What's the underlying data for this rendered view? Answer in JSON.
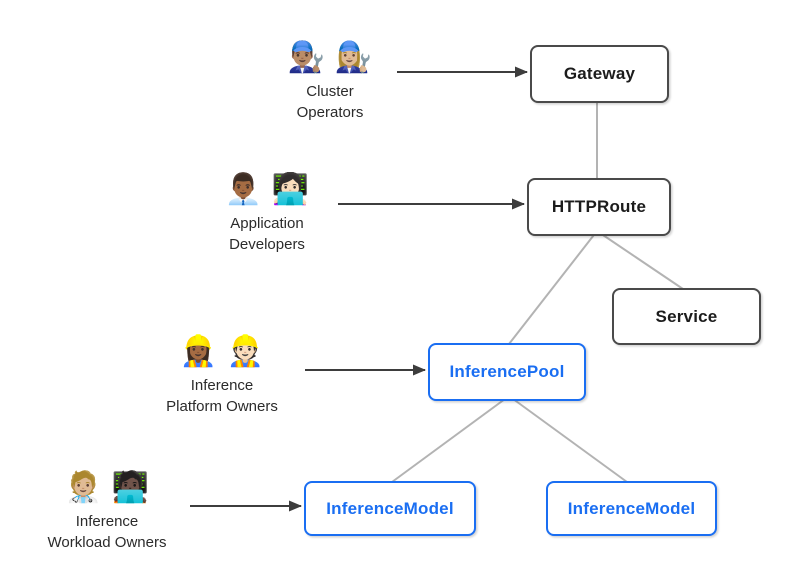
{
  "diagram": {
    "background": "#ffffff",
    "actors": [
      {
        "id": "cluster-operators",
        "emoji": "👨🏽‍🔧 👩🏼‍🔧",
        "label_line1": "Cluster",
        "label_line2": "Operators",
        "arrow_to": "Gateway"
      },
      {
        "id": "application-developers",
        "emoji": "👨🏾‍💼 👩🏻‍💻",
        "label_line1": "Application",
        "label_line2": "Developers",
        "arrow_to": "HTTPRoute"
      },
      {
        "id": "inference-platform-owners",
        "emoji": "👷🏾‍♀️ 👷🏻",
        "label_line1": "Inference",
        "label_line2": "Platform Owners",
        "arrow_to": "InferencePool"
      },
      {
        "id": "inference-workload-owners",
        "emoji": "🧑🏼‍⚕️ 🧑🏿‍💻",
        "label_line1": "Inference",
        "label_line2": "Workload Owners",
        "arrow_to": "InferenceModel (left)"
      }
    ],
    "nodes": {
      "gateway": {
        "label": "Gateway",
        "style": "standard"
      },
      "httproute": {
        "label": "HTTPRoute",
        "style": "standard"
      },
      "service": {
        "label": "Service",
        "style": "standard"
      },
      "inference_pool": {
        "label": "InferencePool",
        "style": "inference"
      },
      "inference_model_left": {
        "label": "InferenceModel",
        "style": "inference"
      },
      "inference_model_right": {
        "label": "InferenceModel",
        "style": "inference"
      }
    },
    "edges": [
      {
        "from": "Gateway",
        "to": "HTTPRoute"
      },
      {
        "from": "HTTPRoute",
        "to": "Service"
      },
      {
        "from": "HTTPRoute",
        "to": "InferencePool"
      },
      {
        "from": "InferencePool",
        "to": "InferenceModel (left)"
      },
      {
        "from": "InferencePool",
        "to": "InferenceModel (right)"
      }
    ],
    "colors": {
      "standard_border": "#4a4a4a",
      "standard_text": "#1c1c1c",
      "inference_blue": "#1a6ef2",
      "connector_gray": "#b3b3b3",
      "arrow_dark": "#3d3d3d"
    }
  }
}
